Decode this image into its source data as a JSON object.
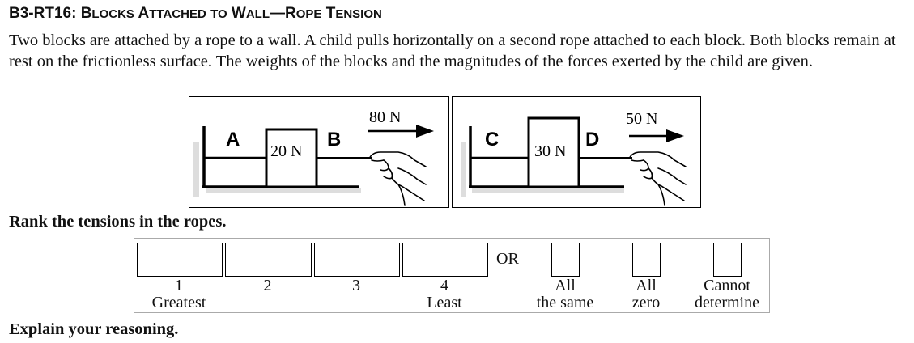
{
  "title": {
    "code": "B3-RT16:",
    "words": [
      {
        "cap": "B",
        "rest": "LOCKS"
      },
      {
        "cap": "A",
        "rest": "TTACHED"
      },
      {
        "cap": "",
        "rest": "TO"
      },
      {
        "cap": "W",
        "rest": "ALL"
      },
      {
        "cap": "—R",
        "rest": "OPE"
      },
      {
        "cap": "T",
        "rest": "ENSION"
      }
    ]
  },
  "description": "Two blocks are attached by a rope to a wall. A child pulls horizontally on a second rope attached to each block. Both blocks remain at rest on the frictionless surface. The weights of the blocks and the magnitudes of the forces exerted by the child are given.",
  "figures": [
    {
      "left_rope_label": "A",
      "block_weight": "20 N",
      "right_rope_label": "B",
      "pull_force": "80 N"
    },
    {
      "left_rope_label": "C",
      "block_weight": "30 N",
      "right_rope_label": "D",
      "pull_force": "50 N"
    }
  ],
  "question": "Rank the tensions in the ropes.",
  "ranking": {
    "slots": [
      {
        "number": "1",
        "caption": "Greatest",
        "value": ""
      },
      {
        "number": "2",
        "caption": "",
        "value": ""
      },
      {
        "number": "3",
        "caption": "",
        "value": ""
      },
      {
        "number": "4",
        "caption": "Least",
        "value": ""
      }
    ],
    "or_label": "OR",
    "alternatives": [
      {
        "line1": "All",
        "line2": "the same",
        "checked": false
      },
      {
        "line1": "All",
        "line2": "zero",
        "checked": false
      },
      {
        "line1": "Cannot",
        "line2": "determine",
        "checked": false
      }
    ]
  },
  "explain_prompt": "Explain your reasoning."
}
